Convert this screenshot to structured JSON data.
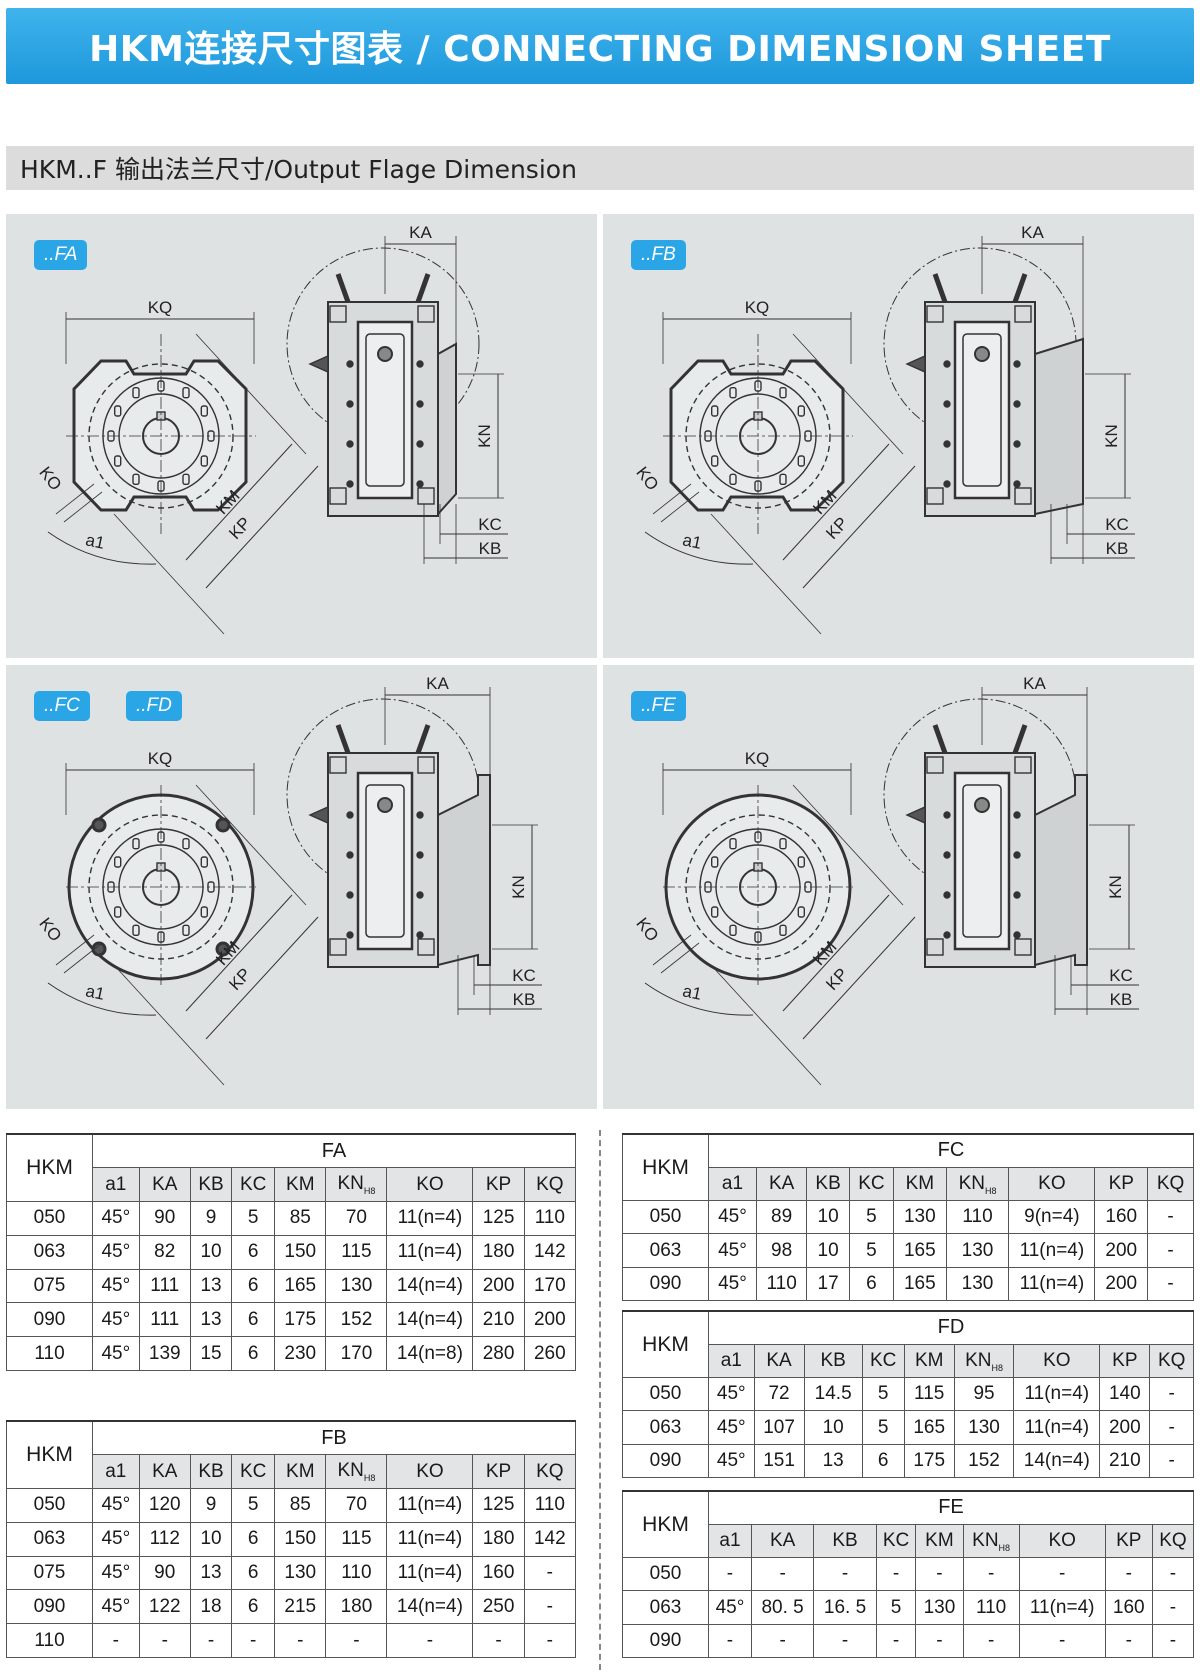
{
  "banner_title": "HKM连接尺寸图表 / CONNECTING DIMENSION SHEET",
  "section_title": "HKM..F 输出法兰尺寸/Output Flage Dimension",
  "panels": [
    {
      "tags": [
        "..FA"
      ],
      "labels": {
        "ka": "KA",
        "kq": "KQ",
        "kn": "KN",
        "ko": "KO",
        "km": "KM",
        "kp": "KP",
        "a1": "a1",
        "kc": "KC",
        "kb": "KB"
      }
    },
    {
      "tags": [
        "..FB"
      ],
      "labels": {
        "ka": "KA",
        "kq": "KQ",
        "kn": "KN",
        "ko": "KO",
        "km": "KM",
        "kp": "KP",
        "a1": "a1",
        "kc": "KC",
        "kb": "KB"
      }
    },
    {
      "tags": [
        "..FC",
        "..FD"
      ],
      "labels": {
        "ka": "KA",
        "kq": "KQ",
        "kn": "KN",
        "ko": "KO",
        "km": "KM",
        "kp": "KP",
        "a1": "a1",
        "kc": "KC",
        "kb": "KB"
      }
    },
    {
      "tags": [
        "..FE"
      ],
      "labels": {
        "ka": "KA",
        "kq": "KQ",
        "kn": "KN",
        "ko": "KO",
        "km": "KM",
        "kp": "KP",
        "a1": "a1",
        "kc": "KC",
        "kb": "KB"
      }
    }
  ],
  "columns": [
    "a1",
    "KA",
    "KB",
    "KC",
    "KM",
    "KN",
    "KO",
    "KP",
    "KQ"
  ],
  "kn_subscript": "H8",
  "row_header": "HKM",
  "tables": {
    "FA": {
      "name": "FA",
      "rows": [
        [
          "050",
          "45°",
          "90",
          "9",
          "5",
          "85",
          "70",
          "11(n=4)",
          "125",
          "110"
        ],
        [
          "063",
          "45°",
          "82",
          "10",
          "6",
          "150",
          "115",
          "11(n=4)",
          "180",
          "142"
        ],
        [
          "075",
          "45°",
          "111",
          "13",
          "6",
          "165",
          "130",
          "14(n=4)",
          "200",
          "170"
        ],
        [
          "090",
          "45°",
          "111",
          "13",
          "6",
          "175",
          "152",
          "14(n=4)",
          "210",
          "200"
        ],
        [
          "110",
          "45°",
          "139",
          "15",
          "6",
          "230",
          "170",
          "14(n=8)",
          "280",
          "260"
        ]
      ]
    },
    "FB": {
      "name": "FB",
      "rows": [
        [
          "050",
          "45°",
          "120",
          "9",
          "5",
          "85",
          "70",
          "11(n=4)",
          "125",
          "110"
        ],
        [
          "063",
          "45°",
          "112",
          "10",
          "6",
          "150",
          "115",
          "11(n=4)",
          "180",
          "142"
        ],
        [
          "075",
          "45°",
          "90",
          "13",
          "6",
          "130",
          "110",
          "11(n=4)",
          "160",
          "-"
        ],
        [
          "090",
          "45°",
          "122",
          "18",
          "6",
          "215",
          "180",
          "14(n=4)",
          "250",
          "-"
        ],
        [
          "110",
          "-",
          "-",
          "-",
          "-",
          "-",
          "-",
          "-",
          "-",
          "-"
        ]
      ]
    },
    "FC": {
      "name": "FC",
      "rows": [
        [
          "050",
          "45°",
          "89",
          "10",
          "5",
          "130",
          "110",
          "9(n=4)",
          "160",
          "-"
        ],
        [
          "063",
          "45°",
          "98",
          "10",
          "5",
          "165",
          "130",
          "11(n=4)",
          "200",
          "-"
        ],
        [
          "090",
          "45°",
          "110",
          "17",
          "6",
          "165",
          "130",
          "11(n=4)",
          "200",
          "-"
        ]
      ]
    },
    "FD": {
      "name": "FD",
      "rows": [
        [
          "050",
          "45°",
          "72",
          "14.5",
          "5",
          "115",
          "95",
          "11(n=4)",
          "140",
          "-"
        ],
        [
          "063",
          "45°",
          "107",
          "10",
          "5",
          "165",
          "130",
          "11(n=4)",
          "200",
          "-"
        ],
        [
          "090",
          "45°",
          "151",
          "13",
          "6",
          "175",
          "152",
          "14(n=4)",
          "210",
          "-"
        ]
      ]
    },
    "FE": {
      "name": "FE",
      "rows": [
        [
          "050",
          "-",
          "-",
          "-",
          "-",
          "-",
          "-",
          "-",
          "-",
          "-"
        ],
        [
          "063",
          "45°",
          "80. 5",
          "16. 5",
          "5",
          "130",
          "110",
          "11(n=4)",
          "160",
          "-"
        ],
        [
          "090",
          "-",
          "-",
          "-",
          "-",
          "-",
          "-",
          "-",
          "-",
          "-"
        ]
      ]
    }
  }
}
